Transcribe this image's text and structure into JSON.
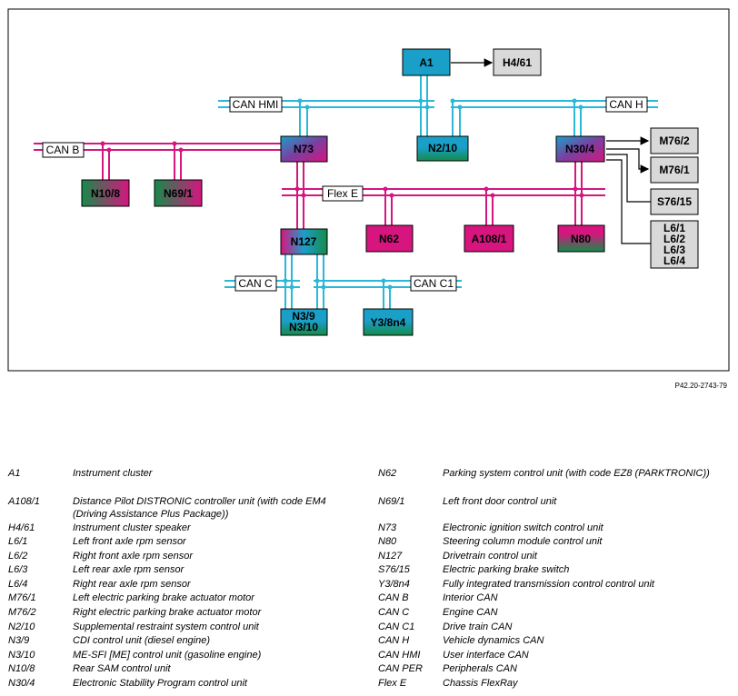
{
  "diagram": {
    "figure_ref": "P42.20-2743-79",
    "colors": {
      "blue_bus": "#29b8d8",
      "magenta_bus": "#d6157f",
      "grey_box": "#d9d9d9",
      "green": "#168a4a",
      "magenta": "#d6157f",
      "blue": "#1a9fc9"
    },
    "buses": {
      "can_hmi": "CAN HMI",
      "can_h": "CAN H",
      "can_b": "CAN B",
      "flex_e": "Flex E",
      "can_c": "CAN C",
      "can_c1": "CAN C1"
    },
    "nodes": {
      "a1": "A1",
      "h4_61": "H4/61",
      "n73": "N73",
      "n2_10": "N2/10",
      "n30_4": "N30/4",
      "m76_2": "M76/2",
      "m76_1": "M76/1",
      "s76_15": "S76/15",
      "l6_1": "L6/1",
      "l6_2": "L6/2",
      "l6_3": "L6/3",
      "l6_4": "L6/4",
      "n10_8": "N10/8",
      "n69_1": "N69/1",
      "n127": "N127",
      "n62": "N62",
      "a108_1": "A108/1",
      "n80": "N80",
      "n3_9": "N3/9",
      "n3_10": "N3/10",
      "y3_8n4": "Y3/8n4"
    }
  },
  "legend_left": [
    {
      "code": "A1",
      "desc": "Instrument cluster"
    },
    {
      "code": "A108/1",
      "desc": "Distance Pilot DISTRONIC controller unit (with code EM4 (Driving Assistance Plus Package))"
    },
    {
      "code": "H4/61",
      "desc": "Instrument cluster speaker"
    },
    {
      "code": "L6/1",
      "desc": "Left front axle rpm sensor"
    },
    {
      "code": "L6/2",
      "desc": "Right front axle rpm sensor"
    },
    {
      "code": "L6/3",
      "desc": "Left rear axle rpm sensor"
    },
    {
      "code": "L6/4",
      "desc": "Right rear axle rpm sensor"
    },
    {
      "code": "M76/1",
      "desc": "Left electric parking brake actuator motor"
    },
    {
      "code": "M76/2",
      "desc": "Right electric parking brake actuator motor"
    },
    {
      "code": "N2/10",
      "desc": "Supplemental restraint system control unit"
    },
    {
      "code": "N3/9",
      "desc": "CDI control unit (diesel engine)"
    },
    {
      "code": "N3/10",
      "desc": "ME-SFI [ME] control unit (gasoline engine)"
    },
    {
      "code": "N10/8",
      "desc": "Rear SAM control unit"
    },
    {
      "code": "N30/4",
      "desc": "Electronic Stability Program control unit"
    }
  ],
  "legend_right": [
    {
      "code": "N62",
      "desc": "Parking system control unit (with code EZ8 (PARKTRONIC))"
    },
    {
      "code": "N69/1",
      "desc": "Left front door control unit"
    },
    {
      "code": "N73",
      "desc": "Electronic ignition switch control unit"
    },
    {
      "code": "N80",
      "desc": "Steering column module control unit"
    },
    {
      "code": "N127",
      "desc": "Drivetrain control unit"
    },
    {
      "code": "S76/15",
      "desc": "Electric parking brake switch"
    },
    {
      "code": "Y3/8n4",
      "desc": "Fully integrated transmission control control unit"
    },
    {
      "code": "CAN B",
      "desc": "Interior CAN"
    },
    {
      "code": "CAN C",
      "desc": "Engine CAN"
    },
    {
      "code": "CAN C1",
      "desc": "Drive train CAN"
    },
    {
      "code": "CAN H",
      "desc": "Vehicle dynamics CAN"
    },
    {
      "code": "CAN HMI",
      "desc": "User interface CAN"
    },
    {
      "code": "CAN PER",
      "desc": "Peripherals CAN"
    },
    {
      "code": "Flex E",
      "desc": "Chassis FlexRay"
    }
  ]
}
